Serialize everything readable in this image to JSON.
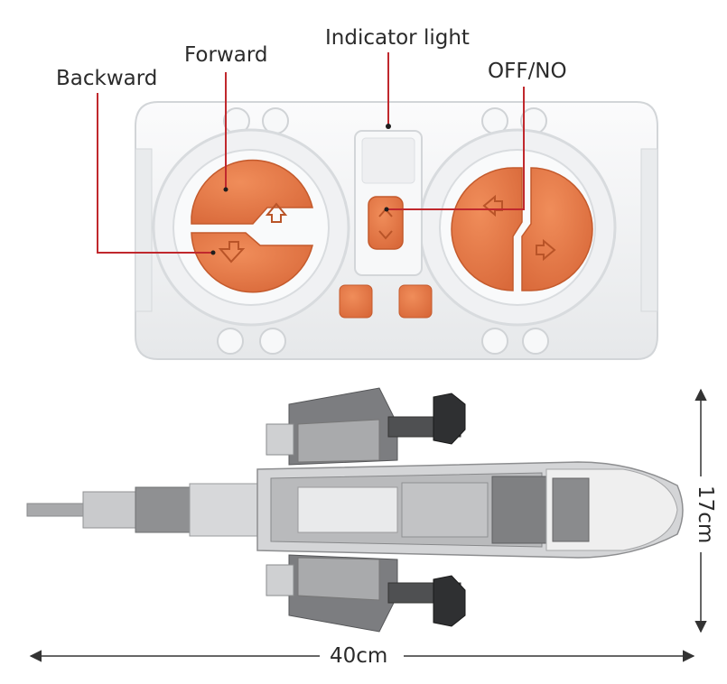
{
  "labels": {
    "backward": "Backward",
    "forward": "Forward",
    "indicator_light": "Indicator light",
    "off_on": "OFF/NO"
  },
  "dimensions": {
    "length": "40cm",
    "height": "17cm"
  },
  "colors": {
    "button_orange": "#e37c4a",
    "callout_line": "#c0282d",
    "remote_body": "#f2f3f4",
    "dimension_line": "#333333"
  },
  "icons": [
    "up-arrow-icon",
    "down-arrow-icon"
  ]
}
